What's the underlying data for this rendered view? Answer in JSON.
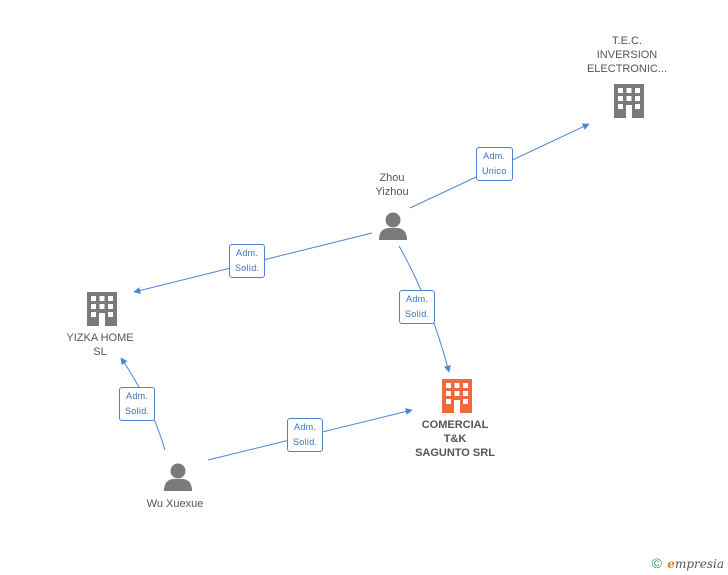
{
  "colors": {
    "edge": "#4a86d4",
    "company": "#7a7a7a",
    "company_main": "#ee6a3c",
    "person": "#7a7a7a"
  },
  "nodes": {
    "tec": {
      "label": "T.E.C.\nINVERSION\nELECTRONIC...",
      "icon": "building-icon"
    },
    "zhou": {
      "label": "Zhou\nYizhou",
      "icon": "person-icon"
    },
    "yizka": {
      "label": "YIZKA HOME\nSL",
      "icon": "building-icon"
    },
    "comercial": {
      "label": "COMERCIAL\nT&K\nSAGUNTO SRL",
      "icon": "building-icon"
    },
    "wu": {
      "label": "Wu Xuexue",
      "icon": "person-icon"
    }
  },
  "edges": {
    "zhou_tec": "Adm.\nUnico",
    "zhou_yizka": "Adm.\nSolid.",
    "zhou_comercial": "Adm.\nSolid.",
    "wu_yizka": "Adm.\nSolid.",
    "wu_comercial": "Adm.\nSolid."
  },
  "footer": {
    "copyright": "©",
    "brand_first": "e",
    "brand_rest": "mpresia"
  }
}
